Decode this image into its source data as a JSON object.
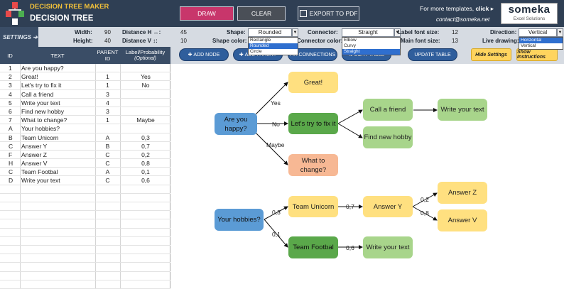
{
  "header": {
    "app_subtitle": "DECISION TREE MAKER",
    "app_title": "DECISION TREE",
    "draw_label": "DRAW",
    "clear_label": "CLEAR",
    "export_label": "EXPORT TO PDF",
    "more_text": "For more templates,",
    "more_link": "click",
    "contact": "contact@someka.net",
    "brand_name": "someka",
    "brand_sub": "Excel Solutions"
  },
  "settings": {
    "tab_label": "SETTINGS",
    "width_label": "Width:",
    "width_value": "90",
    "height_label": "Height:",
    "height_value": "40",
    "distance_h_label": "Distance H ↔:",
    "distance_h_value": "45",
    "distance_v_label": "Distance V ↕:",
    "distance_v_value": "10",
    "shape_label": "Shape:",
    "shape_value": "Rounded",
    "shape_options": [
      "Rectangle",
      "Rounded",
      "Circle"
    ],
    "shape_color_label": "Shape color:",
    "connector_label": "Connector:",
    "connector_value": "Straight",
    "connector_options": [
      "Elbow",
      "Curvy",
      "Straight"
    ],
    "connector_color_label": "Connector color:",
    "label_font_label": "Label font size:",
    "label_font_value": "12",
    "main_font_label": "Main font size:",
    "main_font_value": "13",
    "direction_label": "Direction:",
    "direction_value": "Vertical",
    "direction_options": [
      "Horizontal",
      "Vertical"
    ],
    "live_drawing_label": "Live drawing:"
  },
  "table": {
    "headers": {
      "id": "ID",
      "text": "TEXT",
      "parent": "PARENT ID",
      "label": "Label/Probability",
      "label_sub": "(Optional)"
    },
    "rows": [
      {
        "id": "1",
        "text": "Are you happy?",
        "parent": "",
        "label": ""
      },
      {
        "id": "2",
        "text": "Great!",
        "parent": "1",
        "label": "Yes"
      },
      {
        "id": "3",
        "text": "Let's try to fix it",
        "parent": "1",
        "label": "No"
      },
      {
        "id": "4",
        "text": "Call a friend",
        "parent": "3",
        "label": ""
      },
      {
        "id": "5",
        "text": "Write your text",
        "parent": "4",
        "label": ""
      },
      {
        "id": "6",
        "text": "Find new hobby",
        "parent": "3",
        "label": ""
      },
      {
        "id": "7",
        "text": "What to change?",
        "parent": "1",
        "label": "Maybe"
      },
      {
        "id": "A",
        "text": "Your hobbies?",
        "parent": "",
        "label": ""
      },
      {
        "id": "B",
        "text": "Team Unicorn",
        "parent": "A",
        "label": "0,3"
      },
      {
        "id": "C",
        "text": "Answer Y",
        "parent": "B",
        "label": "0,7"
      },
      {
        "id": "F",
        "text": "Answer Z",
        "parent": "C",
        "label": "0,2"
      },
      {
        "id": "H",
        "text": "Answer V",
        "parent": "C",
        "label": "0,8"
      },
      {
        "id": "C",
        "text": "Team Footbal",
        "parent": "A",
        "label": "0,1"
      },
      {
        "id": "D",
        "text": "Write your text",
        "parent": "C",
        "label": "0,6"
      },
      {
        "id": "",
        "text": "",
        "parent": "",
        "label": ""
      },
      {
        "id": "",
        "text": "",
        "parent": "",
        "label": ""
      },
      {
        "id": "",
        "text": "",
        "parent": "",
        "label": ""
      },
      {
        "id": "",
        "text": "",
        "parent": "",
        "label": ""
      },
      {
        "id": "",
        "text": "",
        "parent": "",
        "label": ""
      },
      {
        "id": "",
        "text": "",
        "parent": "",
        "label": ""
      },
      {
        "id": "",
        "text": "",
        "parent": "",
        "label": ""
      },
      {
        "id": "",
        "text": "",
        "parent": "",
        "label": ""
      },
      {
        "id": "",
        "text": "",
        "parent": "",
        "label": ""
      },
      {
        "id": "",
        "text": "",
        "parent": "",
        "label": ""
      },
      {
        "id": "",
        "text": "",
        "parent": "",
        "label": ""
      },
      {
        "id": "",
        "text": "",
        "parent": "",
        "label": ""
      }
    ]
  },
  "toolbar": {
    "add_node": "ADD NODE",
    "add_parent": "ADD PARENT",
    "fix_connections": "FIX CONNECTIONS",
    "sort_table": "SORT TABLE",
    "update_table": "UPDATE TABLE",
    "hide_settings": "Hide Settings",
    "show_instructions": "Show Instructions"
  },
  "tree": {
    "nodes": {
      "are_you_happy": "Are you happy?",
      "great": "Great!",
      "fix_it": "Let's try to fix it",
      "call_friend": "Call a friend",
      "write_text_1": "Write your text",
      "find_hobby": "Find new hobby",
      "what_change": "What to change?",
      "your_hobbies": "Your hobbies?",
      "team_unicorn": "Team Unicorn",
      "answer_y": "Answer Y",
      "answer_z": "Answer Z",
      "answer_v": "Answer V",
      "team_footbal": "Team Footbal",
      "write_text_2": "Write your text"
    },
    "edge_labels": {
      "yes": "Yes",
      "no": "No",
      "maybe": "Maybe",
      "p03": "0,3",
      "p07": "0,7",
      "p02": "0,2",
      "p08": "0,8",
      "p01": "0,1",
      "p06": "0,6"
    }
  },
  "colors": {
    "header_bg": "#2f3f54",
    "draw_btn": "#c8366b",
    "node_blue": "#5b9bd5",
    "node_yellow": "#ffe080",
    "node_green_dark": "#5aa84a",
    "node_green_light": "#a8d58b",
    "node_orange": "#f7b894"
  }
}
